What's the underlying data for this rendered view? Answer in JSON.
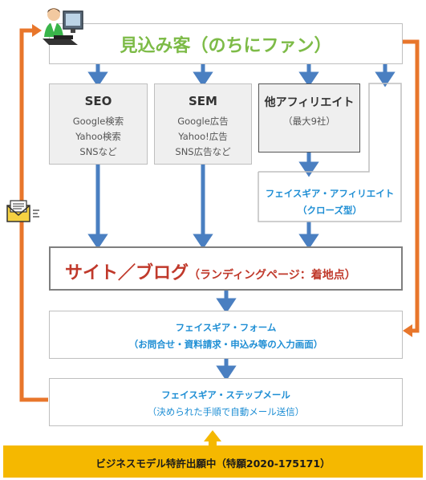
{
  "colors": {
    "prospect_text": "#7dbb47",
    "site_text": "#c0392b",
    "link_text": "#1e8ed4",
    "arrow_blue": "#4a7fc1",
    "arrow_orange": "#e8762b",
    "gray_box_fill": "#efefef",
    "banner_fill": "#f5b800"
  },
  "prospect": {
    "title": "見込み客（のちにファン）"
  },
  "channels": [
    {
      "title": "SEO",
      "lines": [
        "Google検索",
        "Yahoo検索",
        "SNSなど"
      ]
    },
    {
      "title": "SEM",
      "lines": [
        "Google広告",
        "Yahoo!広告",
        "SNS広告など"
      ]
    },
    {
      "title": "他アフィリエイト",
      "lines": [
        "（最大9社）"
      ]
    }
  ],
  "affiliate": {
    "line1": "フェイスギア・アフィリエイト",
    "line2": "（クローズ型）"
  },
  "site": {
    "main": "サイト／ブログ",
    "sub": "（ランディングページ：着地点）"
  },
  "form": {
    "line1": "フェイスギア・フォーム",
    "line2": "（お問合せ・資料請求・申込み等の入力画面）"
  },
  "stepmail": {
    "line1": "フェイスギア・ステップメール",
    "line2": "（決められた手順で自動メール送信）"
  },
  "banner": {
    "text": "ビジネスモデル特許出願中（特願2020-175171）"
  },
  "icons": [
    "person-at-computer-icon",
    "email-envelope-icon"
  ]
}
